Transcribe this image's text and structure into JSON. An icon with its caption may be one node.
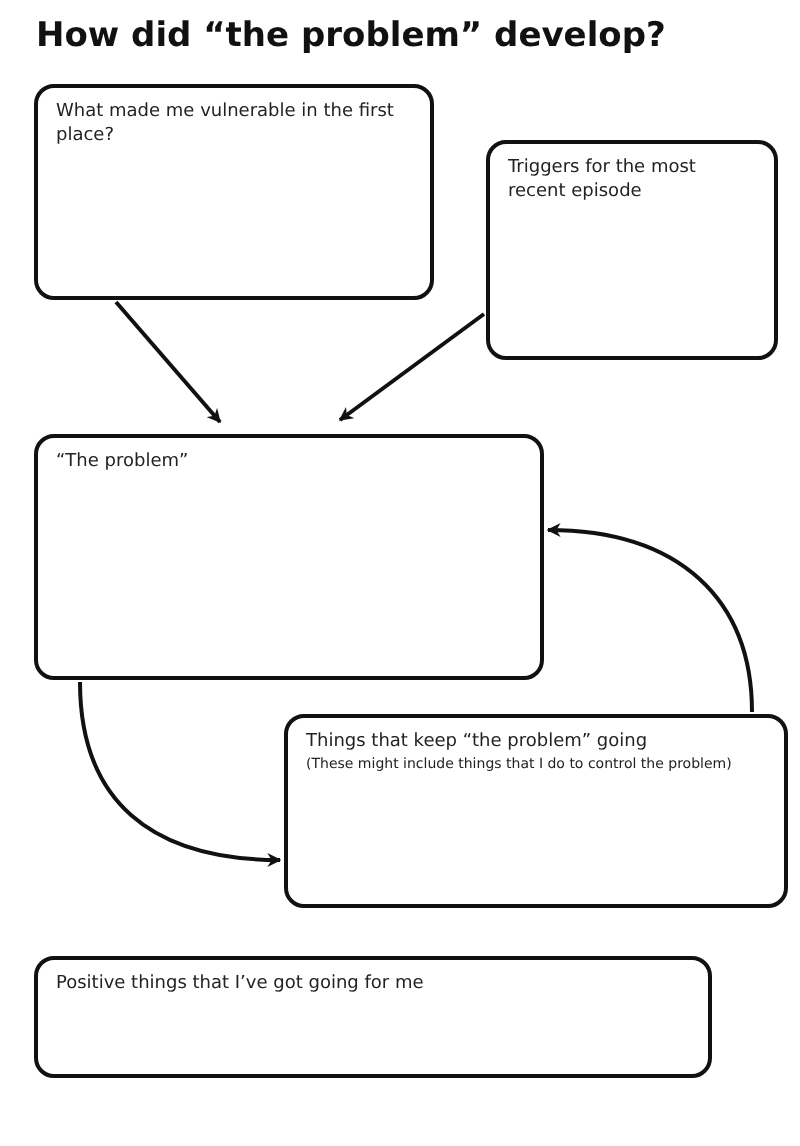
{
  "diagram": {
    "title": "How did “the problem” develop?",
    "nodes": [
      {
        "text": [
          "What made me vulnerable in the first place?"
        ]
      },
      {
        "text": [
          "Triggers for the most recent episode"
        ]
      },
      {
        "text": [
          "“The problem”"
        ]
      },
      {
        "text": [
          "Things that keep “the problem” going",
          "(These might include things that I do to control the problem)"
        ]
      },
      {
        "text": [
          "Positive things that I’ve got going for me"
        ]
      }
    ],
    "edges": [
      {
        "from": 0,
        "to": 2,
        "arrow": "to"
      },
      {
        "from": 1,
        "to": 2,
        "arrow": "to"
      },
      {
        "from": 2,
        "to": 3,
        "arrow": "to"
      },
      {
        "from": 3,
        "to": 2,
        "arrow": "to"
      }
    ]
  }
}
